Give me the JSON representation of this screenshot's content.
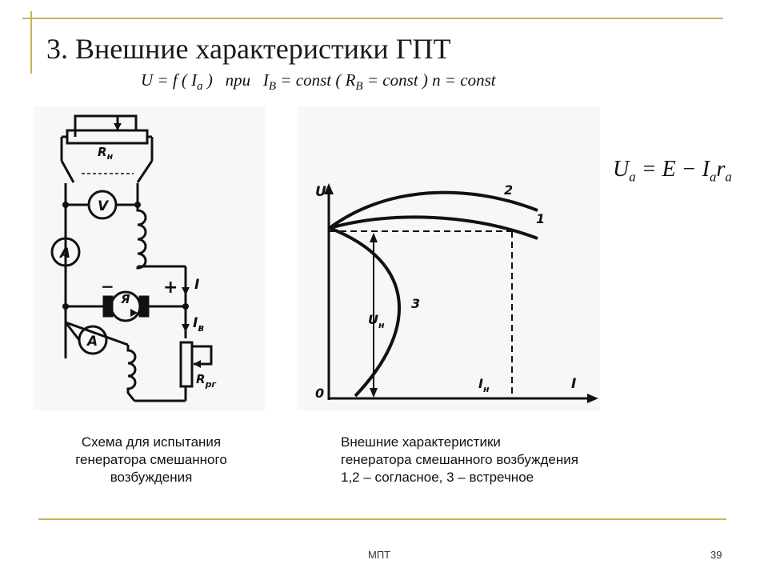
{
  "slide": {
    "title": "3. Внешние характеристики ГПТ",
    "formula": {
      "lhs": "U = f ( I",
      "lhs_sub": "a",
      "lhs_close": " )",
      "pri": "при",
      "ib": "I",
      "ib_sub": "B",
      "ib_rest": " = const ( R",
      "rb_sub": "B",
      "rb_rest": " = const ) n = const"
    },
    "equation": {
      "u": "U",
      "u_sub": "a",
      "mid": " = E − I",
      "i_sub": "a",
      "r": "r",
      "r_sub": "a"
    },
    "circuit_labels": {
      "rn": "R",
      "rn_sub": "н",
      "voltmeter": "V",
      "ammeter_top": "A",
      "ammeter_bottom": "A",
      "armature": "Я",
      "minus": "−",
      "plus": "+",
      "current_i": "I",
      "current_ib": "I",
      "current_ib_sub": "в",
      "rrg": "R",
      "rrg_sub": "рг"
    },
    "graph_labels": {
      "y_axis": "U",
      "x_axis": "I",
      "origin": "0",
      "curve_1": "1",
      "curve_2": "2",
      "curve_3": "3",
      "un": "U",
      "un_sub": "н",
      "in": "I",
      "in_sub": "н"
    },
    "caption_left": [
      "Схема для испытания",
      "генератора смешанного",
      "возбуждения"
    ],
    "caption_right": [
      "Внешние характеристики",
      "генератора смешанного возбуждения",
      "1,2 – согласное, 3 – встречное"
    ],
    "footer_center": "МПТ",
    "page_number": "39",
    "colors": {
      "accent_rule": "#c9b25a",
      "ink": "#111111",
      "panel_bg": "#f7f7f7"
    }
  }
}
